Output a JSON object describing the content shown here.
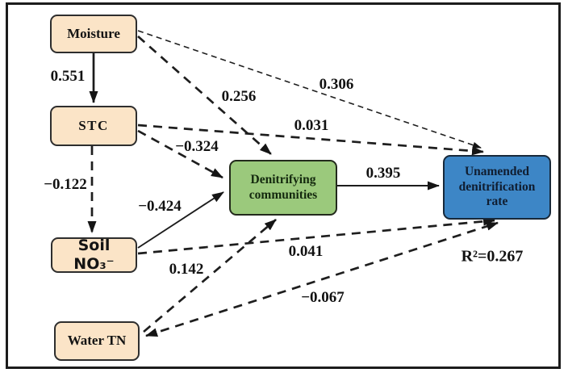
{
  "diagram": {
    "type": "structural-equation-model-path-diagram",
    "nodes": [
      {
        "id": "moisture",
        "label": "Moisture",
        "fill": "#fbe4c7"
      },
      {
        "id": "stc",
        "label": "STC",
        "fill": "#fbe4c7"
      },
      {
        "id": "soil_no3",
        "label": "Soil NO₃⁻",
        "fill": "#fbe4c7"
      },
      {
        "id": "water_tn",
        "label": "Water TN",
        "fill": "#fbe4c7"
      },
      {
        "id": "denitrifying",
        "label": "Denitrifying communities",
        "fill": "#9bc97c"
      },
      {
        "id": "unamended",
        "label": "Unamended denitrification rate",
        "fill": "#3d86c6"
      }
    ],
    "edges": [
      {
        "from": "moisture",
        "to": "stc",
        "label": "0.551",
        "style": "solid"
      },
      {
        "from": "stc",
        "to": "soil_no3",
        "label": "−0.122",
        "style": "dashed"
      },
      {
        "from": "moisture",
        "to": "denitrifying",
        "label": "0.256",
        "style": "dashed"
      },
      {
        "from": "moisture",
        "to": "unamended",
        "label": "0.306",
        "style": "dashed-thin"
      },
      {
        "from": "stc",
        "to": "unamended",
        "label": "0.031",
        "style": "dashed"
      },
      {
        "from": "stc",
        "to": "denitrifying",
        "label": "−0.324",
        "style": "dashed"
      },
      {
        "from": "soil_no3",
        "to": "denitrifying",
        "label": "−0.424",
        "style": "solid"
      },
      {
        "from": "denitrifying",
        "to": "unamended",
        "label": "0.395",
        "style": "solid"
      },
      {
        "from": "soil_no3",
        "to": "unamended",
        "label": "0.041",
        "style": "dashed"
      },
      {
        "from": "water_tn",
        "to": "denitrifying",
        "label": "0.142",
        "style": "dashed"
      },
      {
        "from": "water_tn",
        "to": "unamended",
        "label": "−0.067",
        "style": "dashed-double-head"
      }
    ],
    "r2_annotation": "R²=0.267",
    "colors": {
      "background": "#ffffff",
      "frame_border": "#1c1c1c",
      "peach_node_fill": "#fbe4c7",
      "green_node_fill": "#9bc97c",
      "blue_node_fill": "#3d86c6",
      "arrow_line": "#1e1e1e",
      "text": "#121212"
    }
  }
}
